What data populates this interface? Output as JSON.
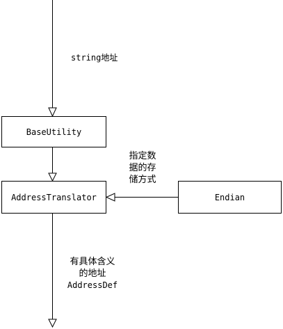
{
  "nodes": {
    "base_utility": "BaseUtility",
    "address_translator": "AddressTranslator",
    "endian": "Endian"
  },
  "labels": {
    "input_string_address": "string地址",
    "endian_specifies_storage": [
      "指定数",
      "据的存",
      "储方式"
    ],
    "output_meaning": [
      "有具体含义",
      "的地址",
      "AddressDef"
    ]
  }
}
